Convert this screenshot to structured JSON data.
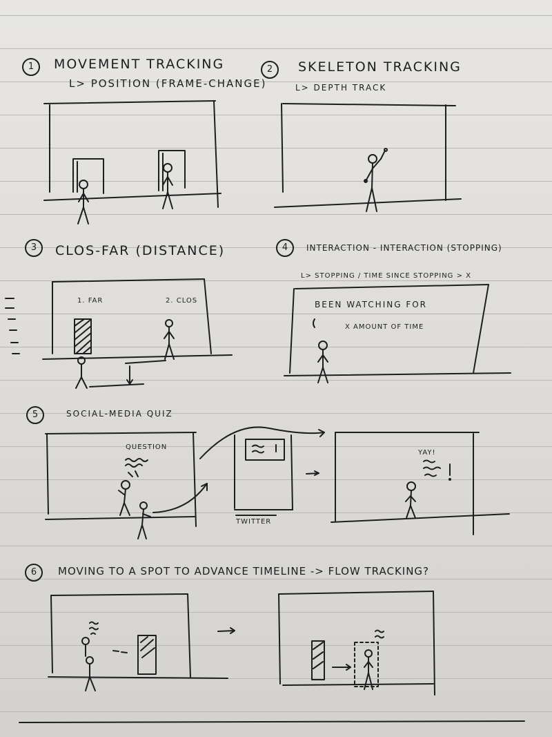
{
  "sections": [
    {
      "number": "1",
      "title": "MOVEMENT TRACKING",
      "subtitle": "L> POSITION (FRAME-CHANGE)"
    },
    {
      "number": "2",
      "title": "SKELETON TRACKING",
      "subtitle": "L> DEPTH TRACK"
    },
    {
      "number": "3",
      "title": "CLOS-FAR (DISTANCE)",
      "labels": [
        "1. FAR",
        "2. CLOS"
      ]
    },
    {
      "number": "4",
      "title": "INTERACTION - INTERACTION (STOPPING)",
      "subtitle": "L> STOPPING / TIME SINCE STOPPING > X",
      "labels": [
        "BEEN WATCHING FOR",
        "X AMOUNT OF TIME"
      ]
    },
    {
      "number": "5",
      "title": "SOCIAL-MEDIA QUIZ",
      "labels": [
        "QUESTION",
        "TWITTER",
        "YAY!"
      ]
    },
    {
      "number": "6",
      "title": "MOVING TO A SPOT TO ADVANCE TIMELINE -> FLOW TRACKING?"
    }
  ],
  "colors": {
    "ink": "#1d1d1f",
    "paper": "#e3e2de",
    "rule": "#b9b7b5"
  }
}
